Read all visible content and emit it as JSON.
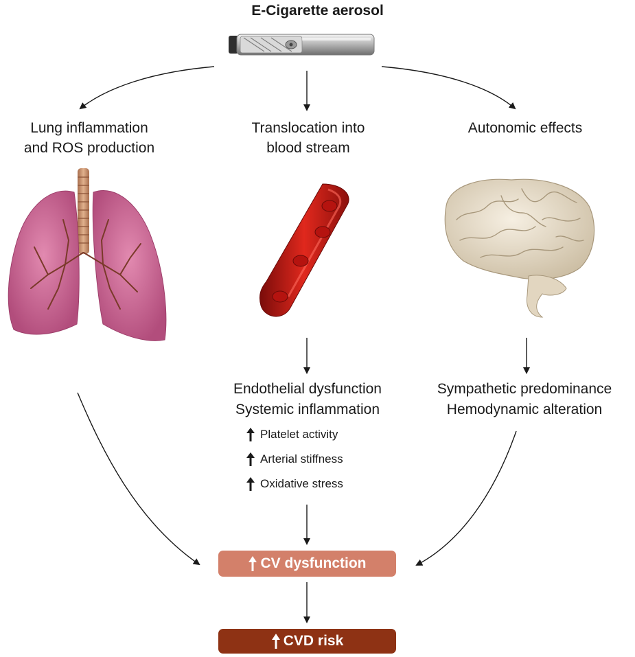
{
  "title": "E-Cigarette aerosol",
  "branches": {
    "left": {
      "line1": "Lung inflammation",
      "line2": "and ROS production"
    },
    "middle": {
      "line1": "Translocation into",
      "line2": "blood stream"
    },
    "right": {
      "line1": "Autonomic effects"
    }
  },
  "middle_effects": {
    "line1": "Endothelial dysfunction",
    "line2": "Systemic inflammation",
    "items": [
      "Platelet activity",
      "Arterial stiffness",
      "Oxidative stress"
    ]
  },
  "right_effects": {
    "line1": "Sympathetic predominance",
    "line2": "Hemodynamic alteration"
  },
  "outcomes": {
    "cv": "CV dysfunction",
    "cvd": "CVD risk"
  },
  "colors": {
    "cv_box": "#d3806a",
    "cvd_box": "#8e3214",
    "lung": "#c9608f",
    "blood": "#c81e18",
    "brain": "#e9dfcd"
  },
  "icons": [
    "e-cigarette-icon",
    "lungs-icon",
    "blood-vessel-icon",
    "brain-icon",
    "up-arrow-icon"
  ]
}
